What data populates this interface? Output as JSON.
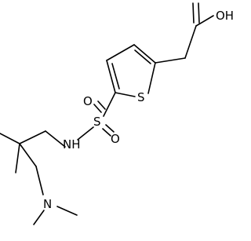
{
  "atom_labels": {
    "oh": "OH",
    "s_ring": "S",
    "s_sulfonyl": "S",
    "o_top": "O",
    "o_bottom": "O",
    "nh": "NH",
    "n_amine": "N"
  },
  "colors": {
    "ink": "#000000",
    "background": "#ffffff"
  }
}
